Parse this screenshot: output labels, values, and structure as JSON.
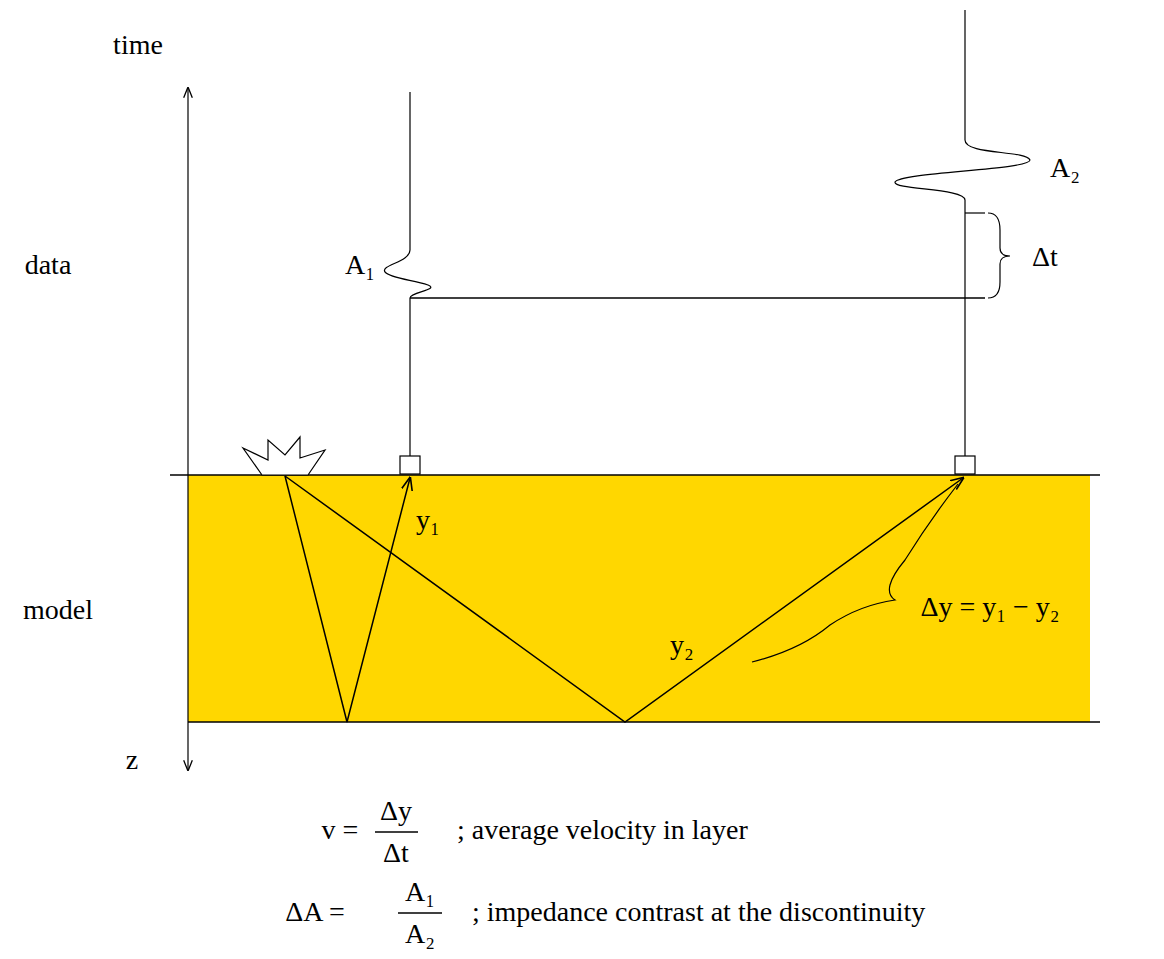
{
  "diagram": {
    "labels": [
      "time",
      "data",
      "model",
      "z",
      "A₁",
      "A₂",
      "Δt",
      "y₁",
      "y₂",
      "Δy = y₁ − y₂",
      "v =",
      "Δy",
      "Δt",
      "; average velocity in layer",
      "ΔA =",
      "A₁",
      "A₂",
      "; impedance contrast at the discontinuity"
    ]
  }
}
